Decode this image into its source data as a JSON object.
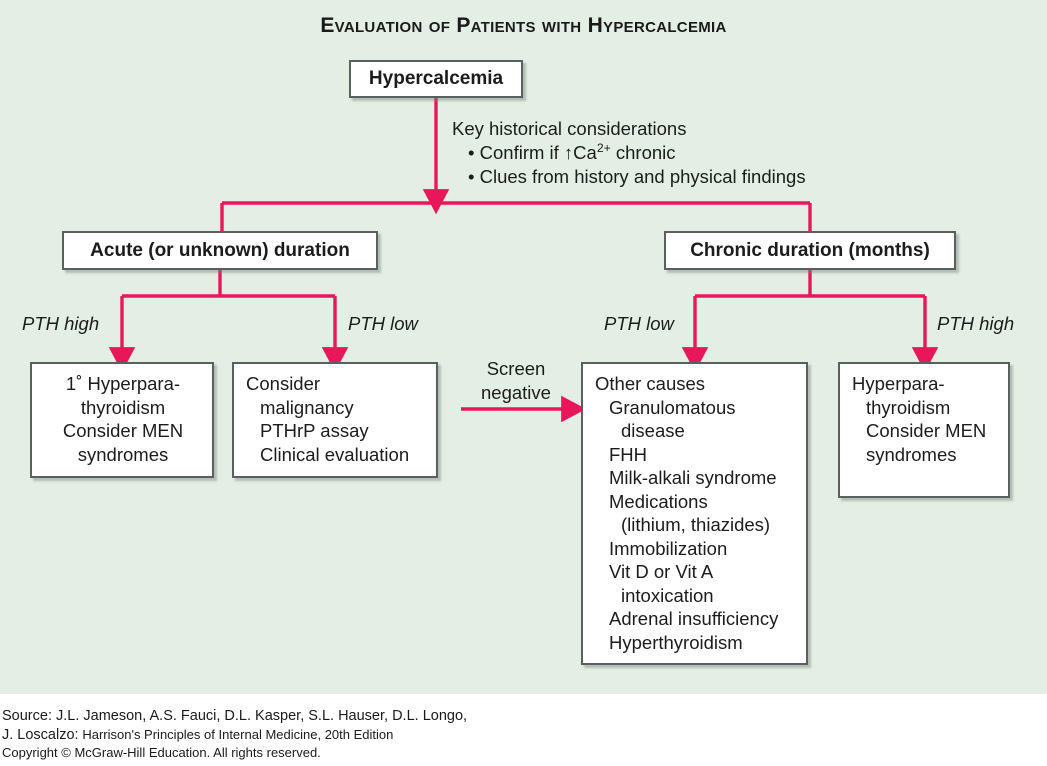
{
  "title": "Evaluation of Patients with Hypercalcemia",
  "nodes": {
    "root": "Hypercalcemia",
    "acute": "Acute (or unknown) duration",
    "chronic": "Chronic duration (months)"
  },
  "annotations": {
    "key_considerations_heading": "Key historical considerations",
    "bullet1": "Confirm if ↑Ca",
    "bullet1_sup": "2+",
    "bullet1_tail": " chronic",
    "bullet2": "• Clues from history and physical findings",
    "bullet1_marker": "•",
    "pth_high_left": "PTH high",
    "pth_low_left": "PTH low",
    "pth_low_right": "PTH low",
    "pth_high_right": "PTH high",
    "screen_negative_line1": "Screen",
    "screen_negative_line2": "negative"
  },
  "outcomes": {
    "primary_hyperpara": [
      "1˚ Hyperpara-",
      "thyroidism",
      "Consider MEN",
      "syndromes"
    ],
    "consider_malignancy": [
      "Consider",
      "malignancy",
      "PTHrP assay",
      "Clinical evaluation"
    ],
    "other_causes": [
      "Other causes",
      "Granulomatous",
      "disease",
      "FHH",
      "Milk-alkali syndrome",
      "Medications",
      "(lithium, thiazides)",
      "Immobilization",
      "Vit D or Vit A",
      "intoxication",
      "Adrenal insufficiency",
      "Hyperthyroidism"
    ],
    "hyperpara_right": [
      "Hyperpara-",
      "thyroidism",
      "Consider MEN",
      "syndromes"
    ]
  },
  "footer": {
    "line1": "Source: J.L. Jameson, A.S. Fauci, D.L. Kasper, S.L. Hauser, D.L. Longo,",
    "line2a": "J. Loscalzo:",
    "line2b": "Harrison's Principles of Internal Medicine, 20th Edition",
    "line3": "Copyright © McGraw-Hill Education. All rights reserved."
  },
  "colors": {
    "background": "#e3efe5",
    "connector": "#e8175b",
    "box_border": "#5a5f60",
    "text": "#1c1c1c"
  }
}
